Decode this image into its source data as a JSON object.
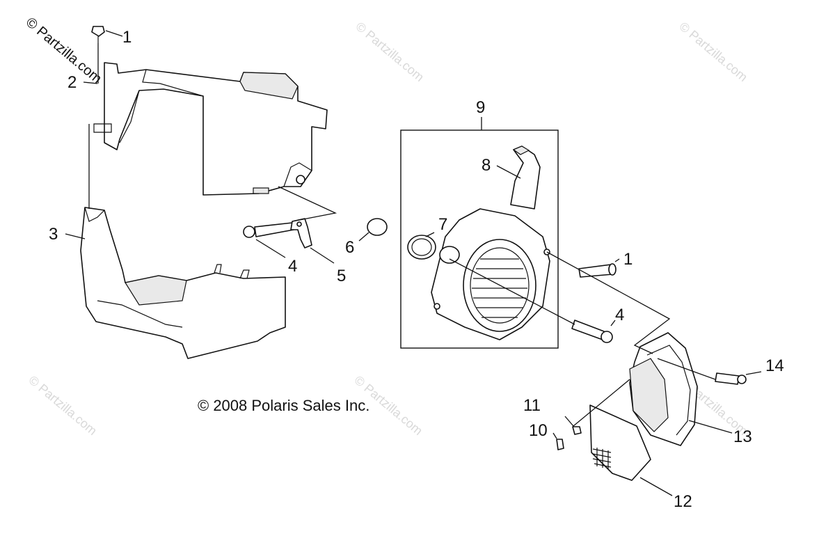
{
  "copyright": "© 2008 Polaris Sales Inc.",
  "watermark": {
    "text": "© Partzilla.com"
  },
  "callouts": {
    "c1_top": "1",
    "c2": "2",
    "c3": "3",
    "c4_left": "4",
    "c5": "5",
    "c6": "6",
    "c7": "7",
    "c8": "8",
    "c9": "9",
    "c1_right": "1",
    "c4_right": "4",
    "c10": "10",
    "c11": "11",
    "c12": "12",
    "c13": "13",
    "c14": "14"
  }
}
